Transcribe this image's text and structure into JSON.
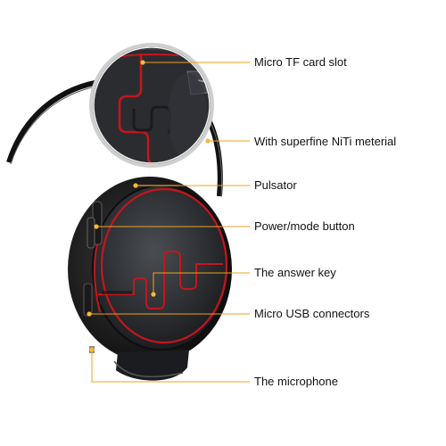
{
  "colors": {
    "leader_line": "#f0a020",
    "leader_dot": "#f5b83a",
    "accent_red": "#c4161c",
    "body_dark": "#2b2d30",
    "band_black": "#111111"
  },
  "callouts": [
    {
      "id": "tf-slot",
      "label": "Micro TF card slot"
    },
    {
      "id": "niti",
      "label": "With superfine NiTi  meterial"
    },
    {
      "id": "pulsator",
      "label": "Pulsator"
    },
    {
      "id": "power",
      "label": "Power/mode button"
    },
    {
      "id": "answer",
      "label": "The answer key"
    },
    {
      "id": "usb",
      "label": "Micro USB connectors"
    },
    {
      "id": "mic",
      "label": "The microphone"
    }
  ]
}
